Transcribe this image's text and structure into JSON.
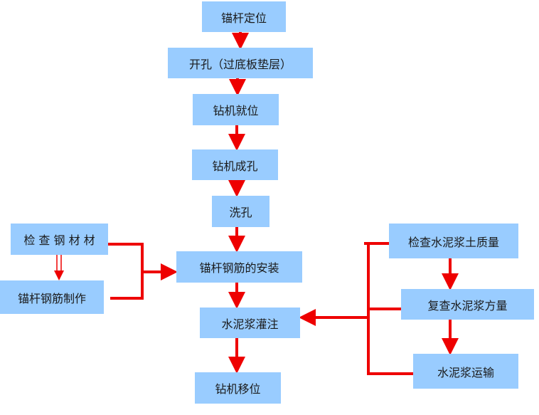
{
  "flowchart": {
    "main_steps": [
      {
        "id": "step-anchor-positioning",
        "label": "锚杆定位"
      },
      {
        "id": "step-drill-opening",
        "label": "开孔（过底板垫层）"
      },
      {
        "id": "step-drill-in-place",
        "label": "钻机就位"
      },
      {
        "id": "step-drill-hole",
        "label": "钻机成孔"
      },
      {
        "id": "step-wash-hole",
        "label": "洗孔"
      },
      {
        "id": "step-rebar-install",
        "label": "锚杆钢筋的安装"
      },
      {
        "id": "step-grout-pouring",
        "label": "水泥浆灌注"
      },
      {
        "id": "step-drill-move",
        "label": "钻机移位"
      }
    ],
    "left_branch": [
      {
        "id": "step-check-steel",
        "label": "检 查 钢 材 材"
      },
      {
        "id": "step-rebar-fabrication",
        "label": "锚杆钢筋制作"
      }
    ],
    "right_branch": [
      {
        "id": "step-check-grout-quality",
        "label": "检查水泥浆土质量"
      },
      {
        "id": "step-recheck-grout-volume",
        "label": "复查水泥浆方量"
      },
      {
        "id": "step-grout-transport",
        "label": "水泥浆运输"
      }
    ],
    "colors": {
      "box_fill": "#99ccff",
      "arrow": "#ee0000"
    }
  }
}
